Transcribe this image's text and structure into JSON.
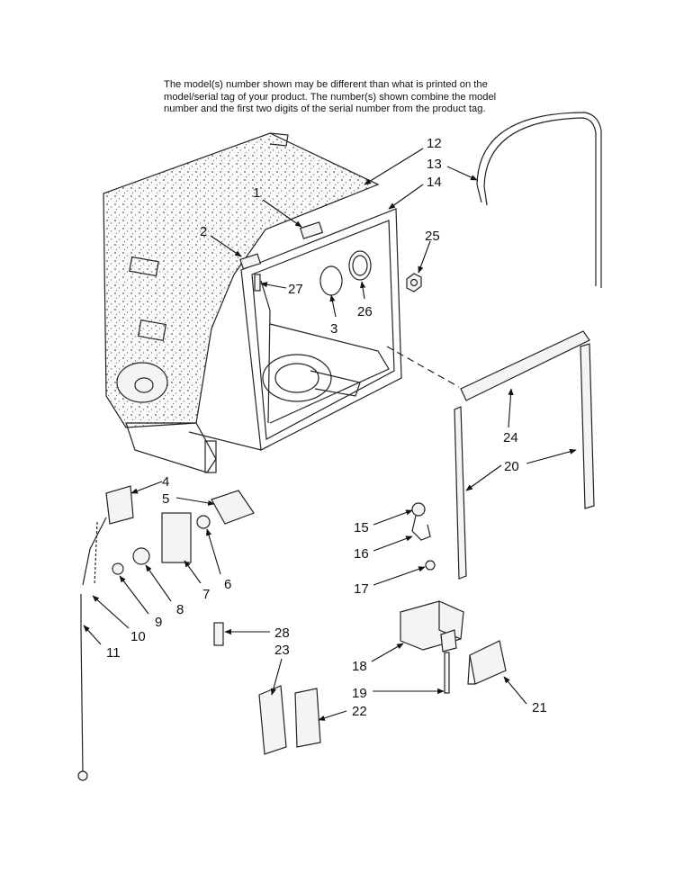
{
  "notice": {
    "line1": "The model(s) number shown may be different than what is printed on the",
    "line2": "model/serial tag of your product. The number(s) shown combine the model",
    "line3": "number and the first two digits of the serial number from the product tag."
  },
  "callouts": {
    "c1": "1",
    "c2": "2",
    "c3": "3",
    "c4": "4",
    "c5": "5",
    "c6": "6",
    "c7": "7",
    "c8": "8",
    "c9": "9",
    "c10": "10",
    "c11": "11",
    "c12": "12",
    "c13": "13",
    "c14": "14",
    "c15": "15",
    "c16": "16",
    "c17": "17",
    "c18": "18",
    "c19": "19",
    "c20": "20",
    "c21": "21",
    "c22": "22",
    "c23": "23",
    "c24": "24",
    "c25": "25",
    "c26": "26",
    "c27": "27",
    "c28": "28"
  }
}
